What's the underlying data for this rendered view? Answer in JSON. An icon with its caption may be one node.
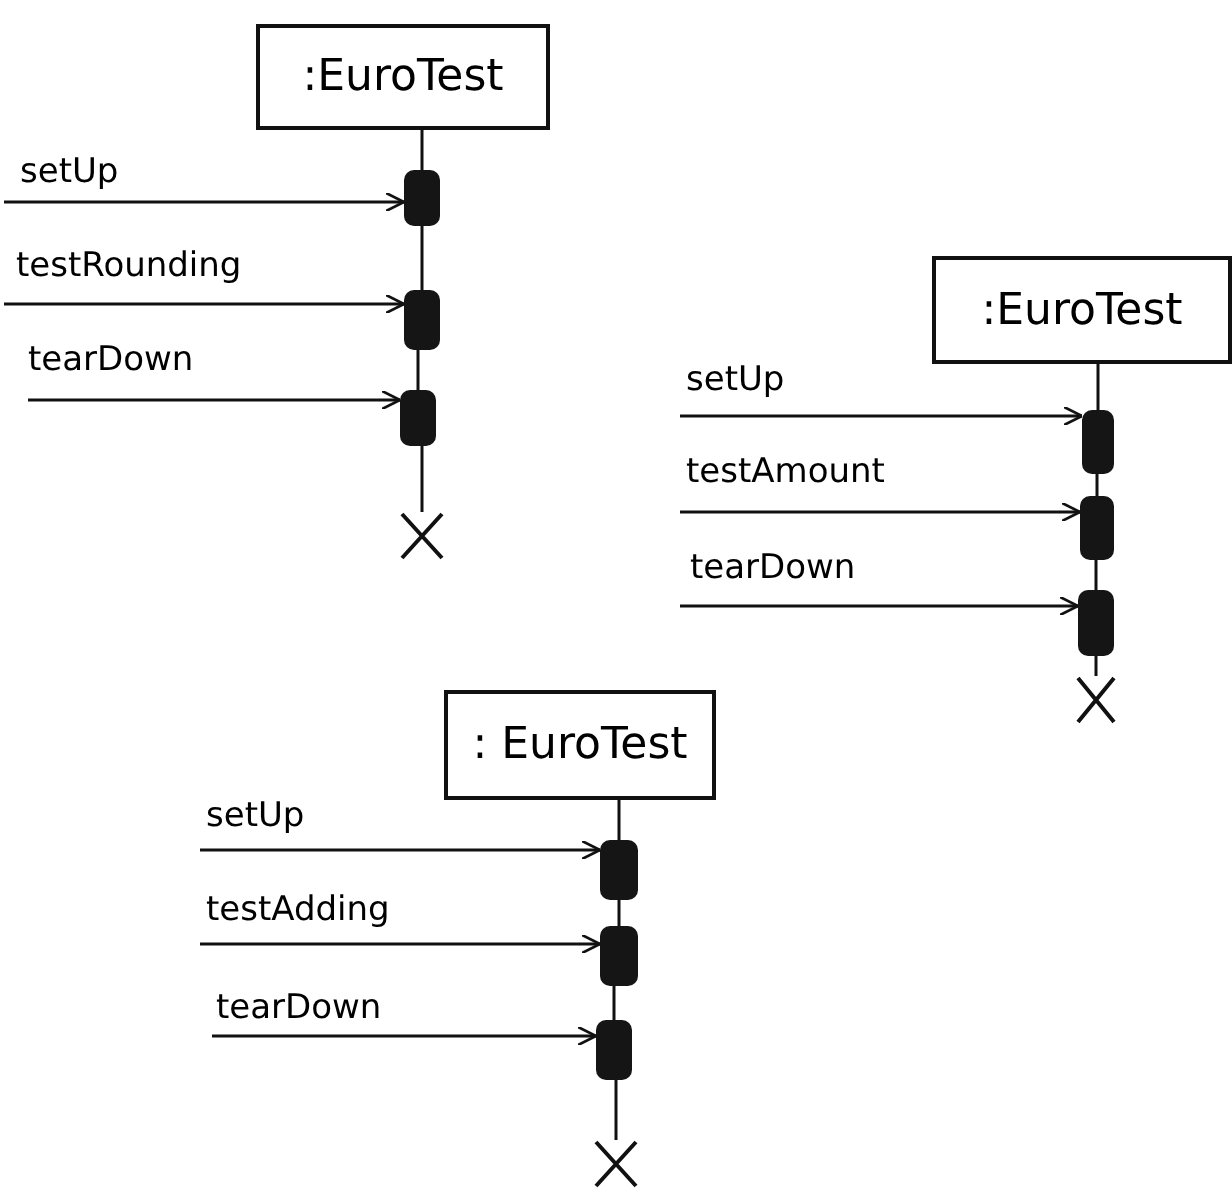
{
  "diagram": {
    "nodes": [
      {
        "text": [
          ":EuroTest"
        ]
      },
      {
        "text": [],
        "shape": "bar"
      },
      {
        "text": [],
        "shape": "bar"
      },
      {
        "text": [],
        "shape": "bar"
      },
      {
        "text": [],
        "shape": "cross"
      },
      {
        "text": [
          ":EuroTest"
        ]
      },
      {
        "text": [],
        "shape": "bar"
      },
      {
        "text": [],
        "shape": "bar"
      },
      {
        "text": [],
        "shape": "bar"
      },
      {
        "text": [],
        "shape": "cross"
      },
      {
        "text": [
          ": EuroTest"
        ]
      },
      {
        "text": [],
        "shape": "bar"
      },
      {
        "text": [],
        "shape": "bar"
      },
      {
        "text": [],
        "shape": "bar"
      },
      {
        "text": [],
        "shape": "cross"
      }
    ],
    "edges": [
      {
        "from": 0,
        "to": 1,
        "arrow": "none"
      },
      {
        "from": 1,
        "to": 2,
        "arrow": "none"
      },
      {
        "from": 2,
        "to": 3,
        "arrow": "none"
      },
      {
        "from": 3,
        "to": 4,
        "arrow": "none"
      },
      {
        "from": null,
        "to": 1,
        "arrow": "to",
        "label": "setUp"
      },
      {
        "from": null,
        "to": 2,
        "arrow": "to",
        "label": "testRounding"
      },
      {
        "from": null,
        "to": 3,
        "arrow": "to",
        "label": "tearDown"
      },
      {
        "from": 5,
        "to": 6,
        "arrow": "none"
      },
      {
        "from": 6,
        "to": 7,
        "arrow": "none"
      },
      {
        "from": 7,
        "to": 8,
        "arrow": "none"
      },
      {
        "from": 8,
        "to": 9,
        "arrow": "none"
      },
      {
        "from": null,
        "to": 6,
        "arrow": "to",
        "label": "setUp"
      },
      {
        "from": null,
        "to": 7,
        "arrow": "to",
        "label": "testAmount"
      },
      {
        "from": null,
        "to": 8,
        "arrow": "to",
        "label": "tearDown"
      },
      {
        "from": 10,
        "to": 11,
        "arrow": "none"
      },
      {
        "from": 11,
        "to": 12,
        "arrow": "none"
      },
      {
        "from": 12,
        "to": 13,
        "arrow": "none"
      },
      {
        "from": 13,
        "to": 14,
        "arrow": "none"
      },
      {
        "from": null,
        "to": 11,
        "arrow": "to",
        "label": "setUp"
      },
      {
        "from": null,
        "to": 12,
        "arrow": "to",
        "label": "testAdding"
      },
      {
        "from": null,
        "to": 13,
        "arrow": "to",
        "label": "tearDown"
      }
    ]
  }
}
